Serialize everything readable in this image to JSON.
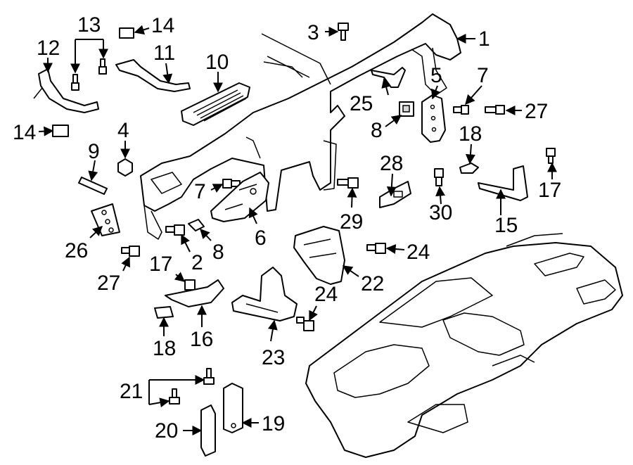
{
  "callouts": [
    {
      "id": "c1",
      "label": "1"
    },
    {
      "id": "c2",
      "label": "2"
    },
    {
      "id": "c3",
      "label": "3"
    },
    {
      "id": "c4",
      "label": "4"
    },
    {
      "id": "c5",
      "label": "5"
    },
    {
      "id": "c6",
      "label": "6"
    },
    {
      "id": "c7a",
      "label": "7"
    },
    {
      "id": "c7b",
      "label": "7"
    },
    {
      "id": "c8a",
      "label": "8"
    },
    {
      "id": "c8b",
      "label": "8"
    },
    {
      "id": "c9",
      "label": "9"
    },
    {
      "id": "c10",
      "label": "10"
    },
    {
      "id": "c11",
      "label": "11"
    },
    {
      "id": "c12",
      "label": "12"
    },
    {
      "id": "c13",
      "label": "13"
    },
    {
      "id": "c14a",
      "label": "14"
    },
    {
      "id": "c14b",
      "label": "14"
    },
    {
      "id": "c15",
      "label": "15"
    },
    {
      "id": "c16",
      "label": "16"
    },
    {
      "id": "c17a",
      "label": "17"
    },
    {
      "id": "c17b",
      "label": "17"
    },
    {
      "id": "c18a",
      "label": "18"
    },
    {
      "id": "c18b",
      "label": "18"
    },
    {
      "id": "c19",
      "label": "19"
    },
    {
      "id": "c20",
      "label": "20"
    },
    {
      "id": "c21",
      "label": "21"
    },
    {
      "id": "c22",
      "label": "22"
    },
    {
      "id": "c23",
      "label": "23"
    },
    {
      "id": "c24a",
      "label": "24"
    },
    {
      "id": "c24b",
      "label": "24"
    },
    {
      "id": "c25",
      "label": "25"
    },
    {
      "id": "c26",
      "label": "26"
    },
    {
      "id": "c27a",
      "label": "27"
    },
    {
      "id": "c27b",
      "label": "27"
    },
    {
      "id": "c28",
      "label": "28"
    },
    {
      "id": "c29",
      "label": "29"
    },
    {
      "id": "c30",
      "label": "30"
    }
  ],
  "colors": {
    "line": "#000000",
    "background": "#ffffff",
    "shade": "#d8d8d8"
  }
}
